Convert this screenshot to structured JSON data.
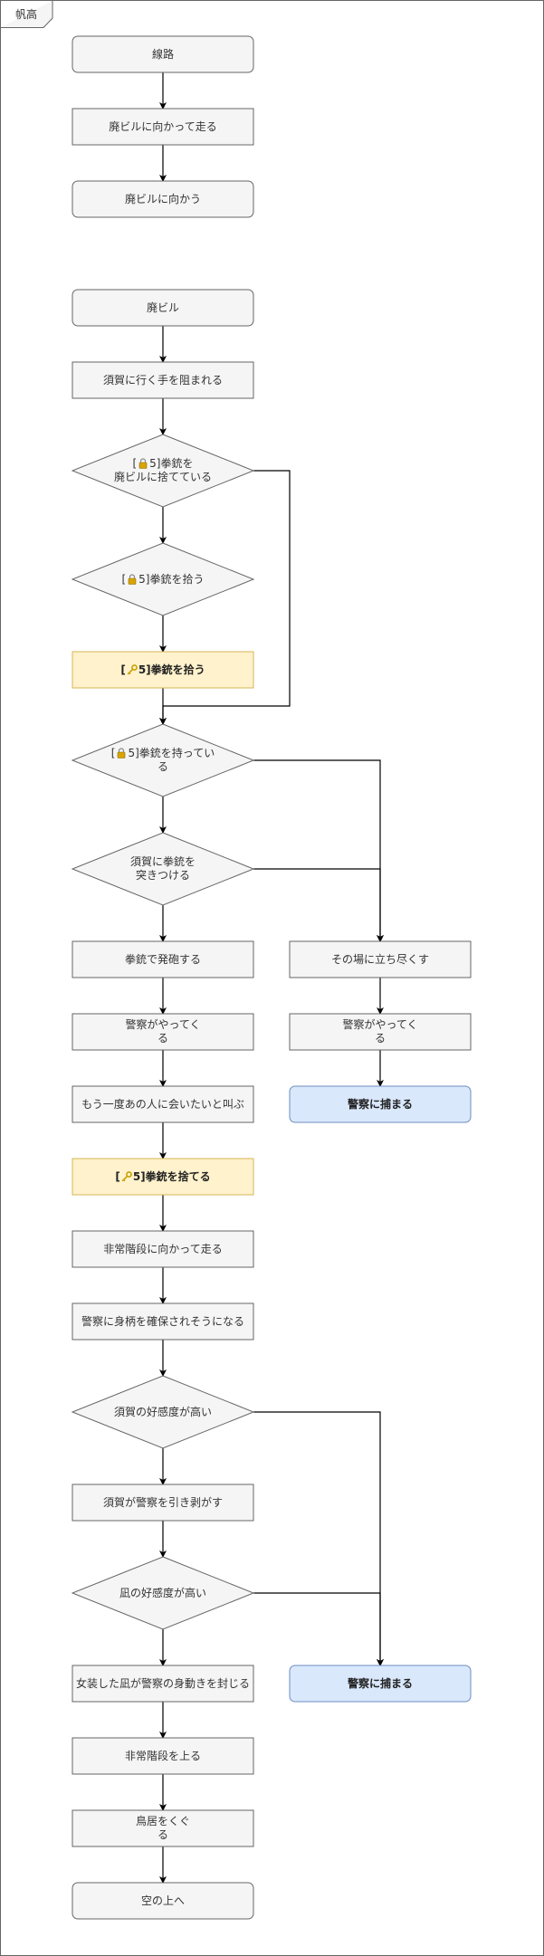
{
  "frame": {
    "title": "帆高"
  },
  "colors": {
    "node_fill": "#f5f5f5",
    "node_stroke": "#666666",
    "highlight_fill": "#fff2cc",
    "highlight_stroke": "#d6b656",
    "end_fill": "#dae8fc",
    "end_stroke": "#6c8ebf",
    "edge": "#000000"
  },
  "icons": {
    "lock": "lock-icon",
    "key": "key-icon"
  },
  "nodes": {
    "n1": {
      "label": "線路"
    },
    "n2": {
      "label": "廃ビルに向かって走る"
    },
    "n3": {
      "label": "廃ビルに向かう"
    },
    "n4": {
      "label": "廃ビル"
    },
    "n5": {
      "label": "須賀に行く手を阻まれる"
    },
    "d1": {
      "pre": "[",
      "post": "5]拳銃を\n廃ビルに捨てている"
    },
    "d2": {
      "pre": "[",
      "post": "5]拳銃を拾う"
    },
    "n6": {
      "pre": "[",
      "post": "5]拳銃を拾う"
    },
    "d3": {
      "pre": "[",
      "post": "5]拳銃を持ってい\nる"
    },
    "d4": {
      "label": "須賀に拳銃を\n突きつける"
    },
    "n7": {
      "label": "拳銃で発砲する"
    },
    "n8": {
      "label": "警察がやってく\nる"
    },
    "n9": {
      "label": "もう一度あの人に会いたいと叫ぶ"
    },
    "n10": {
      "pre": "[",
      "post": "5]拳銃を捨てる"
    },
    "n11": {
      "label": "非常階段に向かって走る"
    },
    "n12": {
      "label": "警察に身柄を確保されそうになる"
    },
    "d5": {
      "label": "須賀の好感度が高い"
    },
    "n13": {
      "label": "須賀が警察を引き剥がす"
    },
    "d6": {
      "label": "凪の好感度が高い"
    },
    "n14": {
      "label": "女装した凪が警察の身動きを封じる"
    },
    "n15": {
      "label": "非常階段を上る"
    },
    "n16": {
      "label": "鳥居をくぐ\nる"
    },
    "n17": {
      "label": "空の上へ"
    },
    "r1": {
      "label": "その場に立ち尽くす"
    },
    "r2": {
      "label": "警察がやってく\nる"
    },
    "r3": {
      "label": "警察に捕まる"
    },
    "r4": {
      "label": "警察に捕まる"
    }
  }
}
